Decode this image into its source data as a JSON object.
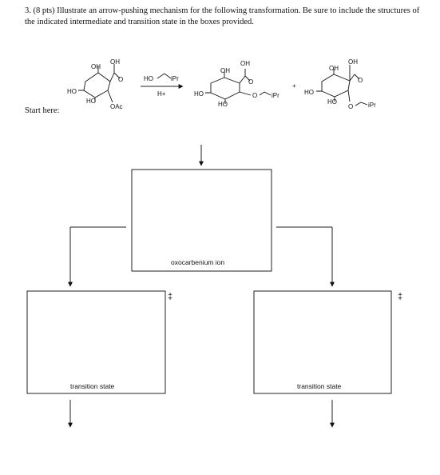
{
  "question": {
    "text": "3. (8 pts) Illustrate an arrow-pushing mechanism for the following transformation.  Be sure to include the structures of the indicated intermediate and transition state in the boxes provided."
  },
  "start_label": "Start here:",
  "reactant": {
    "oh_top_left": "OH",
    "oh_top_right": "OH",
    "ring_oxygen": "O",
    "ho_left": "HO",
    "ho_bottom": "HO",
    "anomeric_group": "OAc"
  },
  "reagents": {
    "alcohol_ho": "HO",
    "alcohol_ipr": "iPr",
    "catalyst": "H+"
  },
  "product_1": {
    "oh_top_left": "OH",
    "oh_top_right": "OH",
    "ring_oxygen": "O",
    "ho_left": "HO",
    "ho_bottom": "HO",
    "glycosidic_o": "O",
    "ipr": "iPr"
  },
  "plus_sign": "+",
  "product_2": {
    "oh_top_left": "OH",
    "oh_top_right": "OH",
    "ring_oxygen": "O",
    "ho_left": "HO",
    "ho_bottom": "HO",
    "glycosidic_o": "O",
    "ipr": "iPr"
  },
  "boxes": {
    "intermediate_caption": "oxocarbenium ion",
    "ts_left_caption": "transition state",
    "ts_right_caption": "transition state",
    "double_dagger": "‡"
  }
}
